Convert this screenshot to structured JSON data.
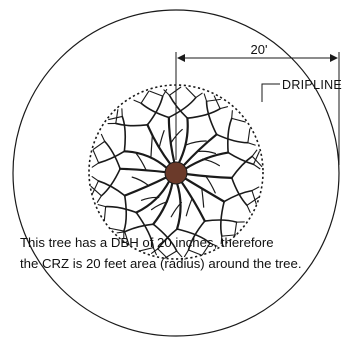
{
  "diagram": {
    "distance_label": "20'",
    "dripline_label": "DRIPLINE",
    "caption_line1": "This tree has a DBH of 20 inches, therefore",
    "caption_line2": "the CRZ is 20 feet area (radius) around the tree.",
    "colors": {
      "stroke": "#1a1a1a",
      "trunk": "#6b3a2a",
      "background": "#ffffff"
    }
  }
}
